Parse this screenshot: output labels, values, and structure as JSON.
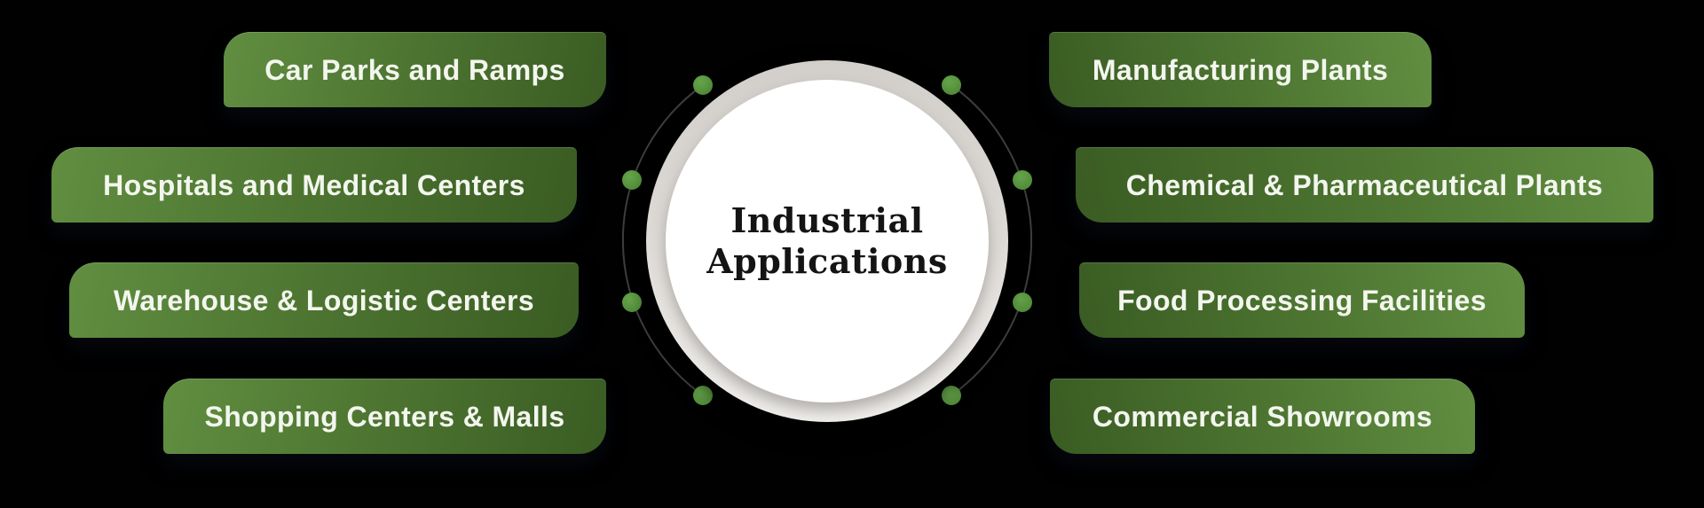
{
  "diagram": {
    "center": {
      "title": "Industrial Applications",
      "title_lines": [
        "Industrial",
        "Applications"
      ]
    },
    "left_items": [
      "Car Parks and Ramps",
      "Hospitals and Medical Centers",
      "Warehouse & Logistic Centers",
      "Shopping Centers & Malls"
    ],
    "right_items": [
      "Manufacturing Plants",
      "Chemical & Pharmaceutical Plants",
      "Food Processing Facilities",
      "Commercial Showrooms"
    ],
    "colors": {
      "background": "#010102",
      "pill_green_light": "#618e41",
      "pill_green_dark": "#3a5c23",
      "pill_text": "#f3f6ee",
      "dot_green": "#538e3a",
      "arc_gray": "#3e3e3e",
      "ring_gray": "#dcd9d5",
      "circle_fill": "#ffffff",
      "title_text": "#141414"
    }
  }
}
